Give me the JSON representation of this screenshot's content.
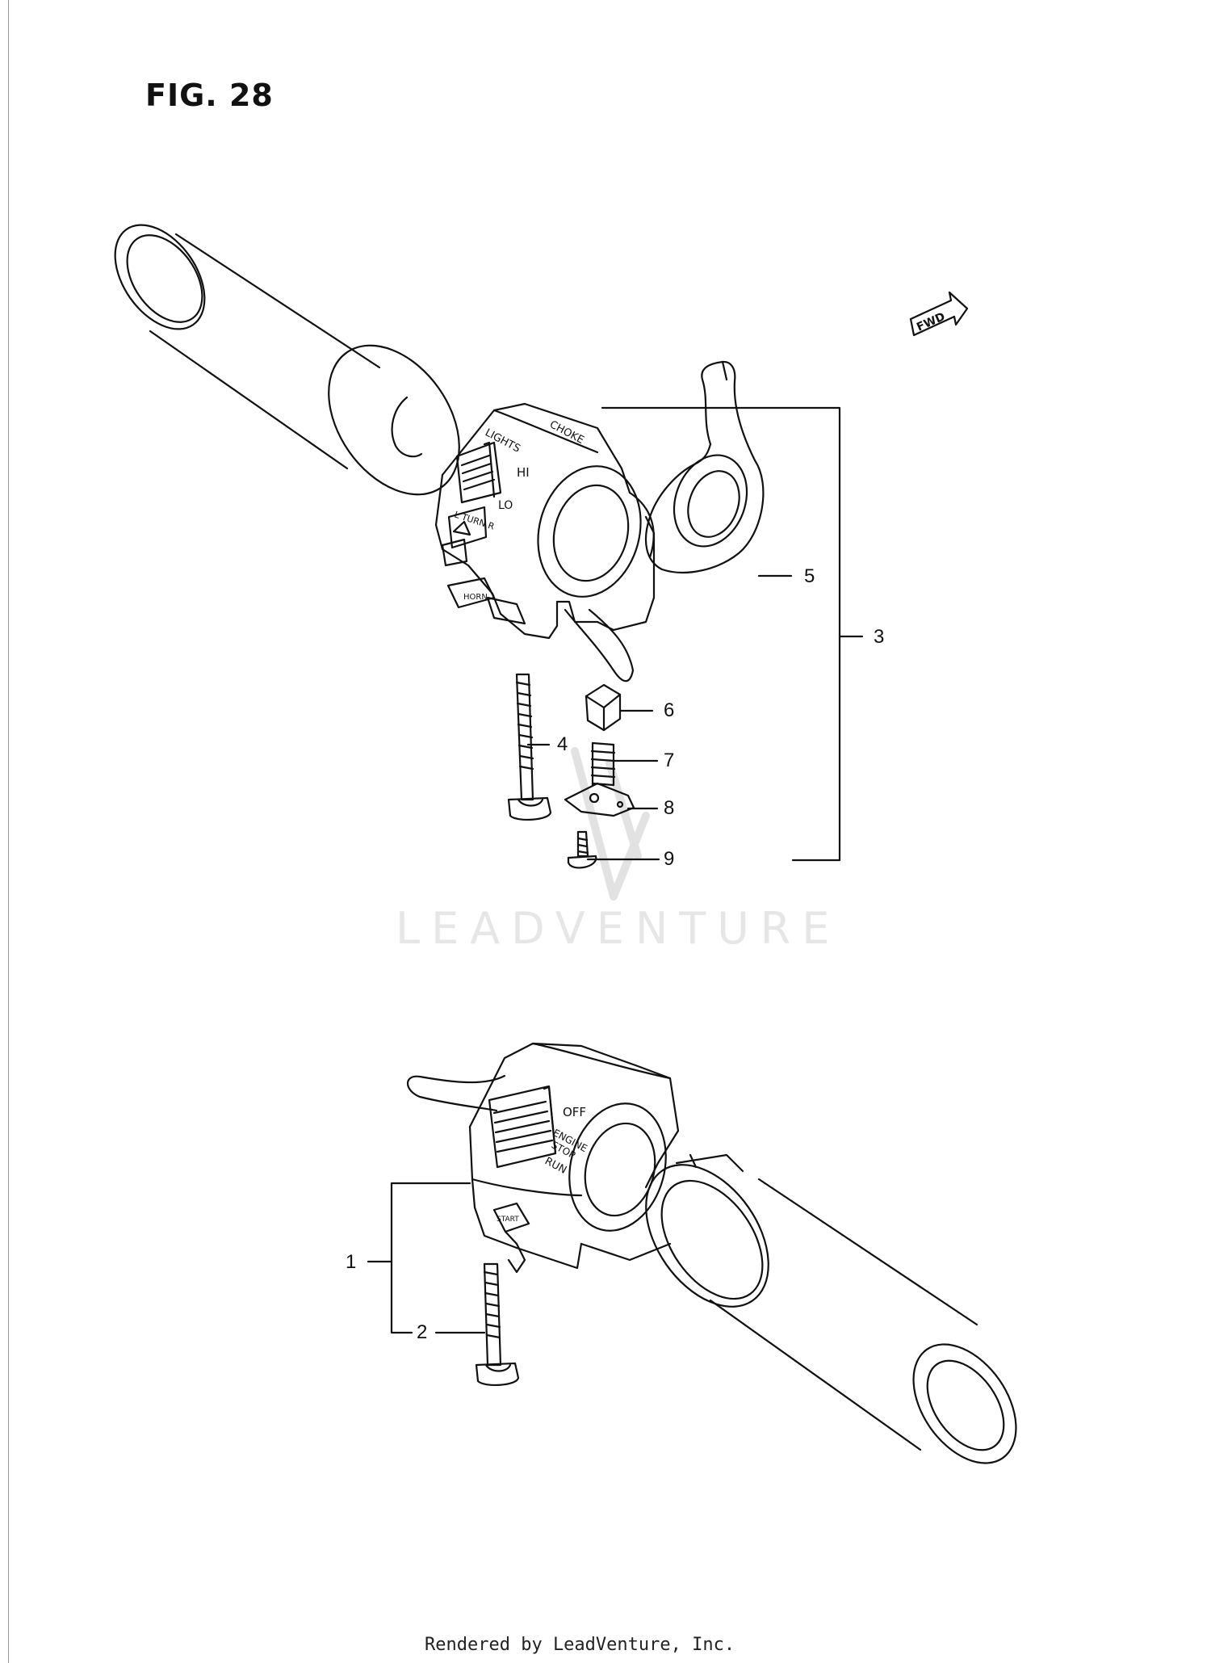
{
  "figure": {
    "title": "FIG. 28"
  },
  "watermark": "LEADVENTURE",
  "fwd_label": "FWD",
  "switch_left": {
    "lights": "LIGHTS",
    "hi": "HI",
    "lo": "LO",
    "choke": "CHOKE",
    "turn": "L TURN R",
    "horn": "HORN"
  },
  "switch_right": {
    "off": "OFF",
    "engine_stop_1": "ENGINE",
    "engine_stop_2": "STOP",
    "run": "RUN",
    "start": "START"
  },
  "callouts": {
    "c1": "1",
    "c2": "2",
    "c3": "3",
    "c4": "4",
    "c5": "5",
    "c6": "6",
    "c7": "7",
    "c8": "8",
    "c9": "9"
  },
  "footer": "Rendered by LeadVenture, Inc."
}
